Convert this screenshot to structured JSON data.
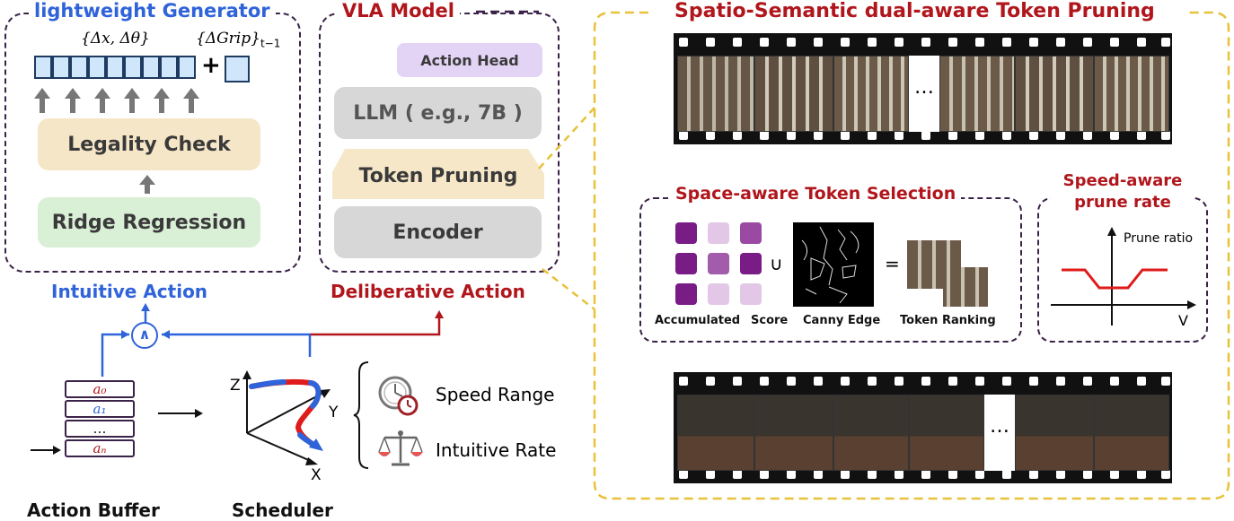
{
  "generator": {
    "title": "lightweight Generator",
    "label_dx": "{Δx, Δθ}",
    "label_grip": "{ΔGrip}",
    "label_grip_sub": "t−1",
    "plus": "+",
    "legality": "Legality Check",
    "ridge": "Ridge Regression"
  },
  "vla": {
    "title": "VLA Model",
    "action_head": "Action Head",
    "llm": "LLM ( e.g., 7B )",
    "pruning": "Token Pruning",
    "encoder": "Encoder"
  },
  "labels": {
    "intuitive_action": "Intuitive Action",
    "deliberative_action": "Deliberative Action",
    "and_symbol": "∧"
  },
  "buffer": {
    "items": [
      "a₀",
      "a₁",
      "…",
      "aₙ"
    ],
    "caption": "Action Buffer"
  },
  "scheduler": {
    "caption": "Scheduler",
    "axis_z": "Z",
    "axis_y": "Y",
    "axis_x": "X",
    "speed_range": "Speed Range",
    "intuitive_rate": "Intuitive Rate"
  },
  "pruning_panel": {
    "title": "Spatio-Semantic dual-aware Token Pruning",
    "ellipsis": "…",
    "selection_title": "Space-aware Token Selection",
    "union": "∪",
    "equals": "=",
    "accumulated_score": "Accumulated",
    "score": "Score",
    "canny_edge": "Canny Edge",
    "token_ranking": "Token Ranking",
    "rate_title_1": "Speed-aware",
    "rate_title_2": "prune rate",
    "prune_ratio": "Prune ratio",
    "v_label": "V"
  },
  "colors": {
    "blue": "#2f63d9",
    "red": "#b0161c",
    "dark_purple": "#3a2248",
    "legality_bg": "#f6e6c8",
    "ridge_bg": "#d9efd6",
    "action_head_bg": "#e3d4f5",
    "gray_block": "#d7d7d7",
    "pruning_bg": "#f7e7c9",
    "gold_dash": "#e8c23a"
  }
}
